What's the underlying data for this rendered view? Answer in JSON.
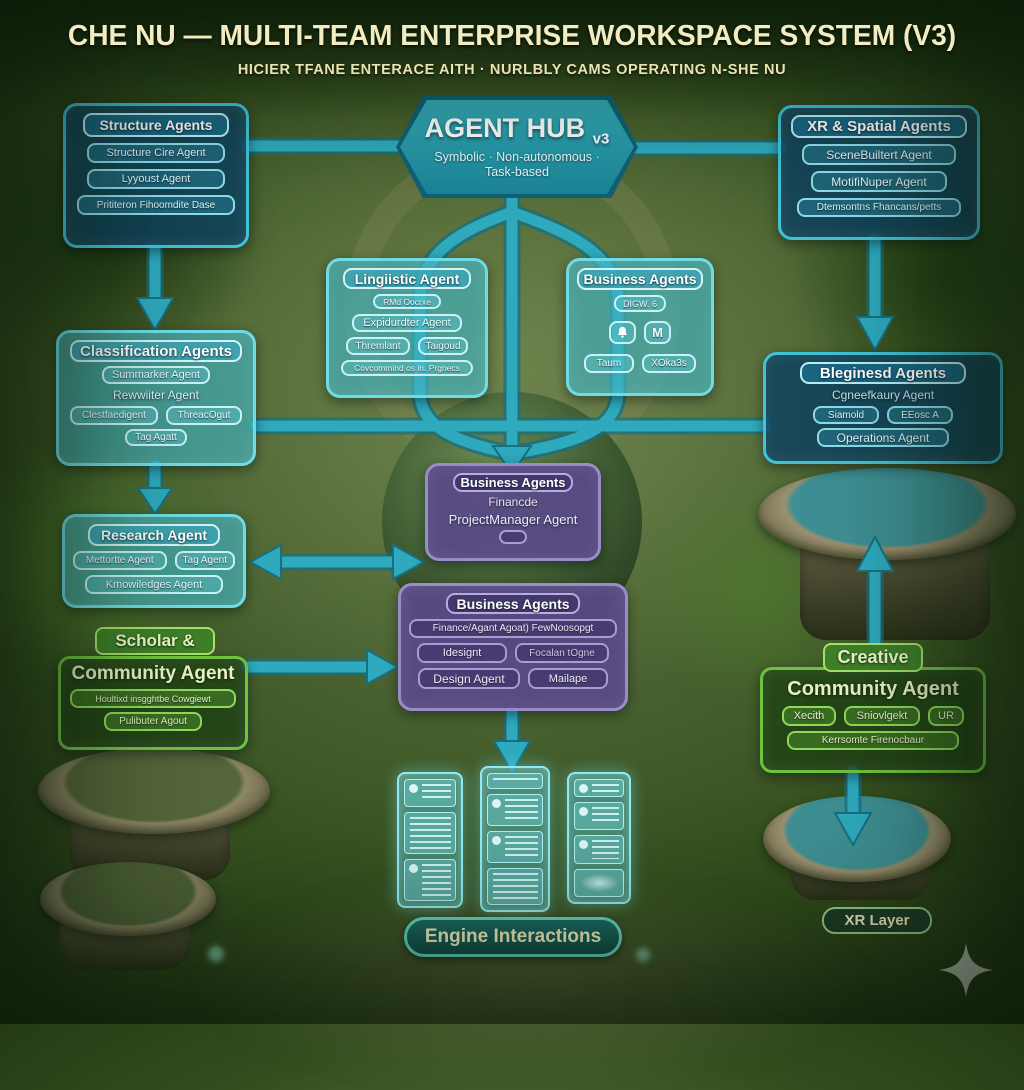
{
  "title": {
    "main": "CHE NU — MULTI-TEAM ENTERPRISE WORKSPACE SYSTEM (V3)",
    "sub": "HICIER TFANE ENTERACE AITH · NURLBLY CAMS OPERATING N-SHE NU"
  },
  "hub": {
    "title": "AGENT HUB",
    "version": "v3",
    "subtitle": "Symbolic · Non-autonomous · Task-based"
  },
  "boxes": {
    "structure": {
      "title": "Structure Agents",
      "items": [
        "Structure Cire Agent",
        "Lyyoust Agent",
        "Prititeron Fihoomdite Dase"
      ]
    },
    "xr": {
      "title": "XR & Spatial Agents",
      "items": [
        "SceneBuiltert Agent",
        "MotifiNuper Agent",
        "Dtemsontns Fhancans/petts"
      ]
    },
    "linguistic": {
      "title": "Lingiistic Agent",
      "small": "RMd Oocrxe",
      "item": "Expidurdter Agent",
      "row": [
        "Thremlant",
        "Taigoud"
      ],
      "wide": "Covcommind os in. Prgnecs"
    },
    "business_top": {
      "title": "Business Agents",
      "chip": "DIGW. 6",
      "icon_left": "bell-icon",
      "icon_right_label": "M",
      "row": [
        "Taum",
        "XOka3s"
      ]
    },
    "classification": {
      "title": "Classification Agents",
      "item": "Summarker Agent",
      "text": "Rewwiiter Agent",
      "row": [
        "Clestfaedigent",
        "ThreacOgut"
      ],
      "last": "Tag Agatt"
    },
    "research": {
      "title": "Research Agent",
      "row": [
        "Mettortte Agent",
        "Tag Agent"
      ],
      "last": "Kmowiledges Agent"
    },
    "bleginesd": {
      "title": "Bleginesd Agents",
      "text": "Cgneefkaury Agent",
      "row": [
        "Siamold",
        "EEosc A"
      ],
      "last": "Operations Agent"
    },
    "purple1": {
      "title": "Business Agents",
      "line1": "Financde",
      "line2": "ProjectManager Agent"
    },
    "purple2": {
      "title": "Business Agents",
      "wide": "Finance/Agant Agoat) FewNoosopgt",
      "row1": [
        "Idesignt",
        "Focalan tOgne"
      ],
      "row2": [
        "Design Agent",
        "Mailape"
      ]
    },
    "scholar": {
      "tag": "Scholar &",
      "title": "Community Agent",
      "items": [
        "Houltixd insgghtbe Cowgiewt",
        "Pulibuter Agout"
      ]
    },
    "creative": {
      "tag": "Creative",
      "title": "Community Agent",
      "row": [
        "Xecith",
        "Sniovlgekt",
        "UR"
      ],
      "last": "Kerrsomte Firenocbaur"
    }
  },
  "footer": {
    "engine": "Engine Interactions",
    "xr_layer": "XR Layer"
  },
  "icons": {
    "business_left": "bell-icon",
    "corner": "sparkle-icon"
  },
  "palette": {
    "connector": "#2ea9bd",
    "cyan_border": "#3fc3d6",
    "purple": "#59497f",
    "green": "#6fc23e",
    "cream": "#f2ecc0",
    "panel_glow": "#8eeaf4"
  }
}
